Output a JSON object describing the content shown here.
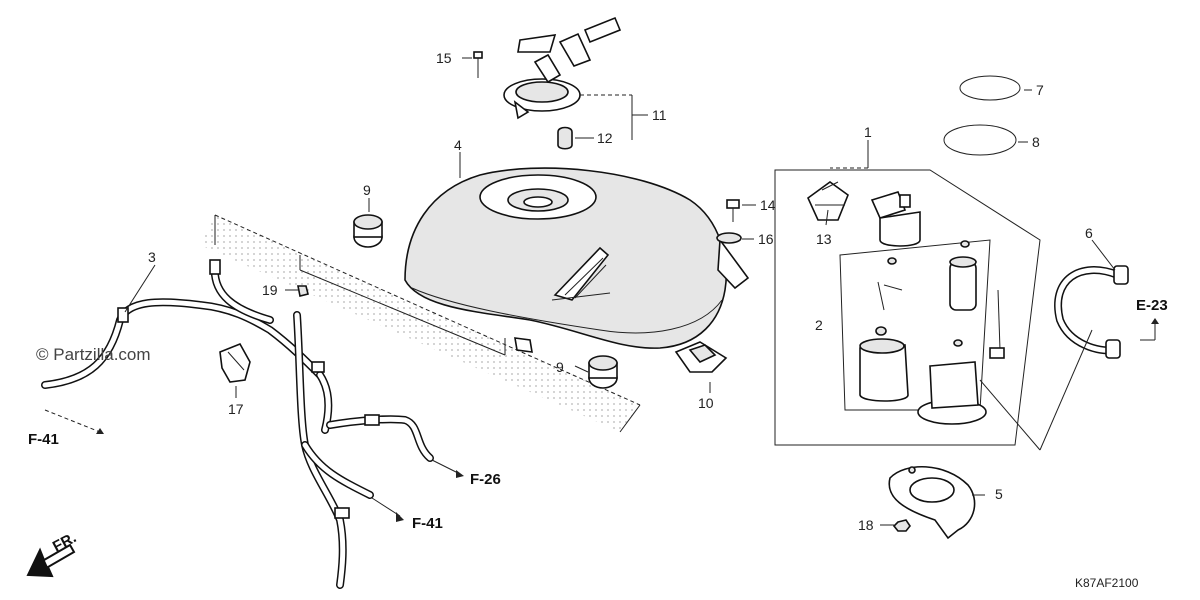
{
  "watermark": "© Partzilla.com",
  "diagram_code": "K87AF2100",
  "direction_label": "FR.",
  "callouts": [
    {
      "id": "c1",
      "label": "1"
    },
    {
      "id": "c2",
      "label": "2"
    },
    {
      "id": "c3",
      "label": "3"
    },
    {
      "id": "c4",
      "label": "4"
    },
    {
      "id": "c5",
      "label": "5"
    },
    {
      "id": "c6",
      "label": "6"
    },
    {
      "id": "c7",
      "label": "7"
    },
    {
      "id": "c8",
      "label": "8"
    },
    {
      "id": "c9a",
      "label": "9"
    },
    {
      "id": "c9b",
      "label": "9"
    },
    {
      "id": "c10",
      "label": "10"
    },
    {
      "id": "c11",
      "label": "11"
    },
    {
      "id": "c12",
      "label": "12"
    },
    {
      "id": "c13",
      "label": "13"
    },
    {
      "id": "c14",
      "label": "14"
    },
    {
      "id": "c15",
      "label": "15"
    },
    {
      "id": "c16",
      "label": "16"
    },
    {
      "id": "c17",
      "label": "17"
    },
    {
      "id": "c18",
      "label": "18"
    },
    {
      "id": "c19",
      "label": "19"
    }
  ],
  "references": [
    {
      "id": "r1",
      "label": "F-41"
    },
    {
      "id": "r2",
      "label": "F-26"
    },
    {
      "id": "r3",
      "label": "F-41"
    },
    {
      "id": "r4",
      "label": "E-23"
    }
  ],
  "colors": {
    "line": "#222222",
    "fill": "#ffffff",
    "shade": "#e6e6e6"
  }
}
